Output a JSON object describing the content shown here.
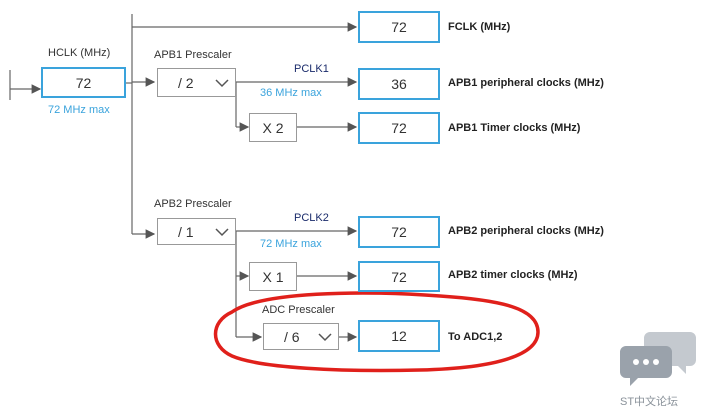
{
  "hclk": {
    "label": "HCLK (MHz)",
    "value": "72",
    "max": "72 MHz max"
  },
  "fclk": {
    "value": "72",
    "label": "FCLK (MHz)"
  },
  "apb1": {
    "prescaler_label": "APB1 Prescaler",
    "prescaler_value": "/ 2",
    "pclk_label": "PCLK1",
    "pclk_max": "36 MHz max",
    "peripheral_value": "36",
    "peripheral_label": "APB1 peripheral clocks (MHz)",
    "multiplier": "X 2",
    "timer_value": "72",
    "timer_label": "APB1 Timer clocks (MHz)"
  },
  "apb2": {
    "prescaler_label": "APB2 Prescaler",
    "prescaler_value": "/ 1",
    "pclk_label": "PCLK2",
    "pclk_max": "72 MHz max",
    "peripheral_value": "72",
    "peripheral_label": "APB2 peripheral clocks (MHz)",
    "multiplier": "X 1",
    "timer_value": "72",
    "timer_label": "APB2 timer clocks (MHz)"
  },
  "adc": {
    "prescaler_label": "ADC Prescaler",
    "prescaler_value": "/ 6",
    "value": "12",
    "label": "To ADC1,2"
  },
  "watermark": {
    "text": "ST中文论坛"
  },
  "colors": {
    "accent": "#3aa3dc",
    "highlight": "#e0201b",
    "navy": "#1a2b6b"
  }
}
